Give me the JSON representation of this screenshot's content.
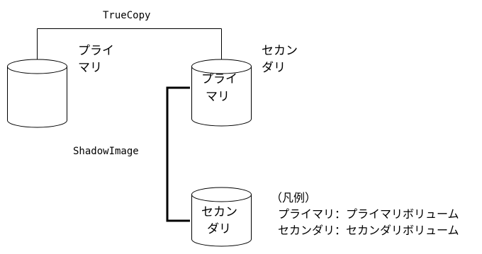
{
  "links": {
    "truecopy": "TrueCopy",
    "shadowimage": "ShadowImage"
  },
  "volumes": {
    "left_primary": {
      "line1": "プライ",
      "line2": "マリ"
    },
    "center_primary_outer": {
      "line1": "セカン",
      "line2": "ダリ"
    },
    "center_primary_inner": {
      "line1": "プライ",
      "line2": "マリ"
    },
    "bottom_secondary_inner": {
      "line1": "セカン",
      "line2": "ダリ"
    }
  },
  "legend": {
    "title": "（凡例）",
    "primary": "プライマリ：プライマリボリューム",
    "secondary": "セカンダリ：セカンダリボリューム"
  }
}
